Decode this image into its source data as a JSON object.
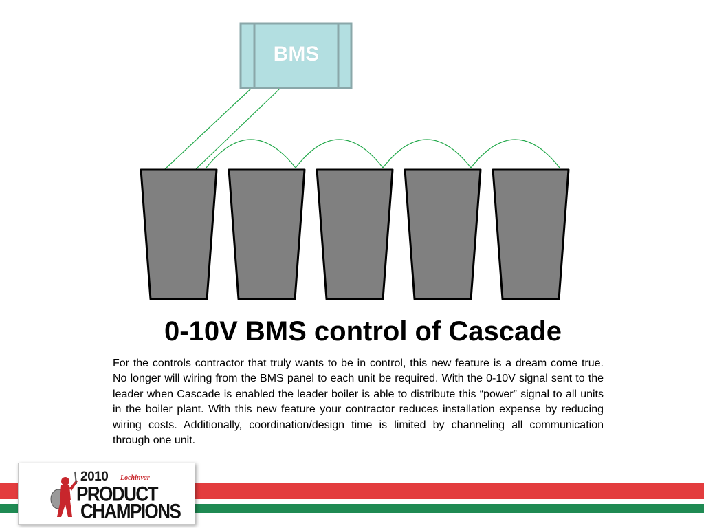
{
  "diagram": {
    "controller_label": "BMS",
    "unit_count": 5
  },
  "colors": {
    "controller_fill": "#b3dfe1",
    "controller_stroke": "#8aa7a9",
    "unit_fill": "#808080",
    "unit_stroke": "#000000",
    "wire": "#22a84a",
    "stripe_red": "#e33c3e",
    "stripe_green": "#1f8a53"
  },
  "slide": {
    "title": "0-10V BMS control of Cascade",
    "body": "For the controls contractor that truly wants to be in control,  this new feature is a dream come true.  No longer will wiring from the BMS panel to each unit be required.  With the 0-10V signal sent to the leader when Cascade is enabled the leader boiler is able to distribute this “power” signal to all units in the boiler plant.  With this new feature your contractor reduces installation expense by reducing wiring  costs.  Additionally, coordination/design time is limited by channeling all communication through one unit."
  },
  "logo": {
    "year": "2010",
    "brand": "Lochinvar",
    "line1": "PRODUCT",
    "line2": "CHAMPIONS"
  }
}
